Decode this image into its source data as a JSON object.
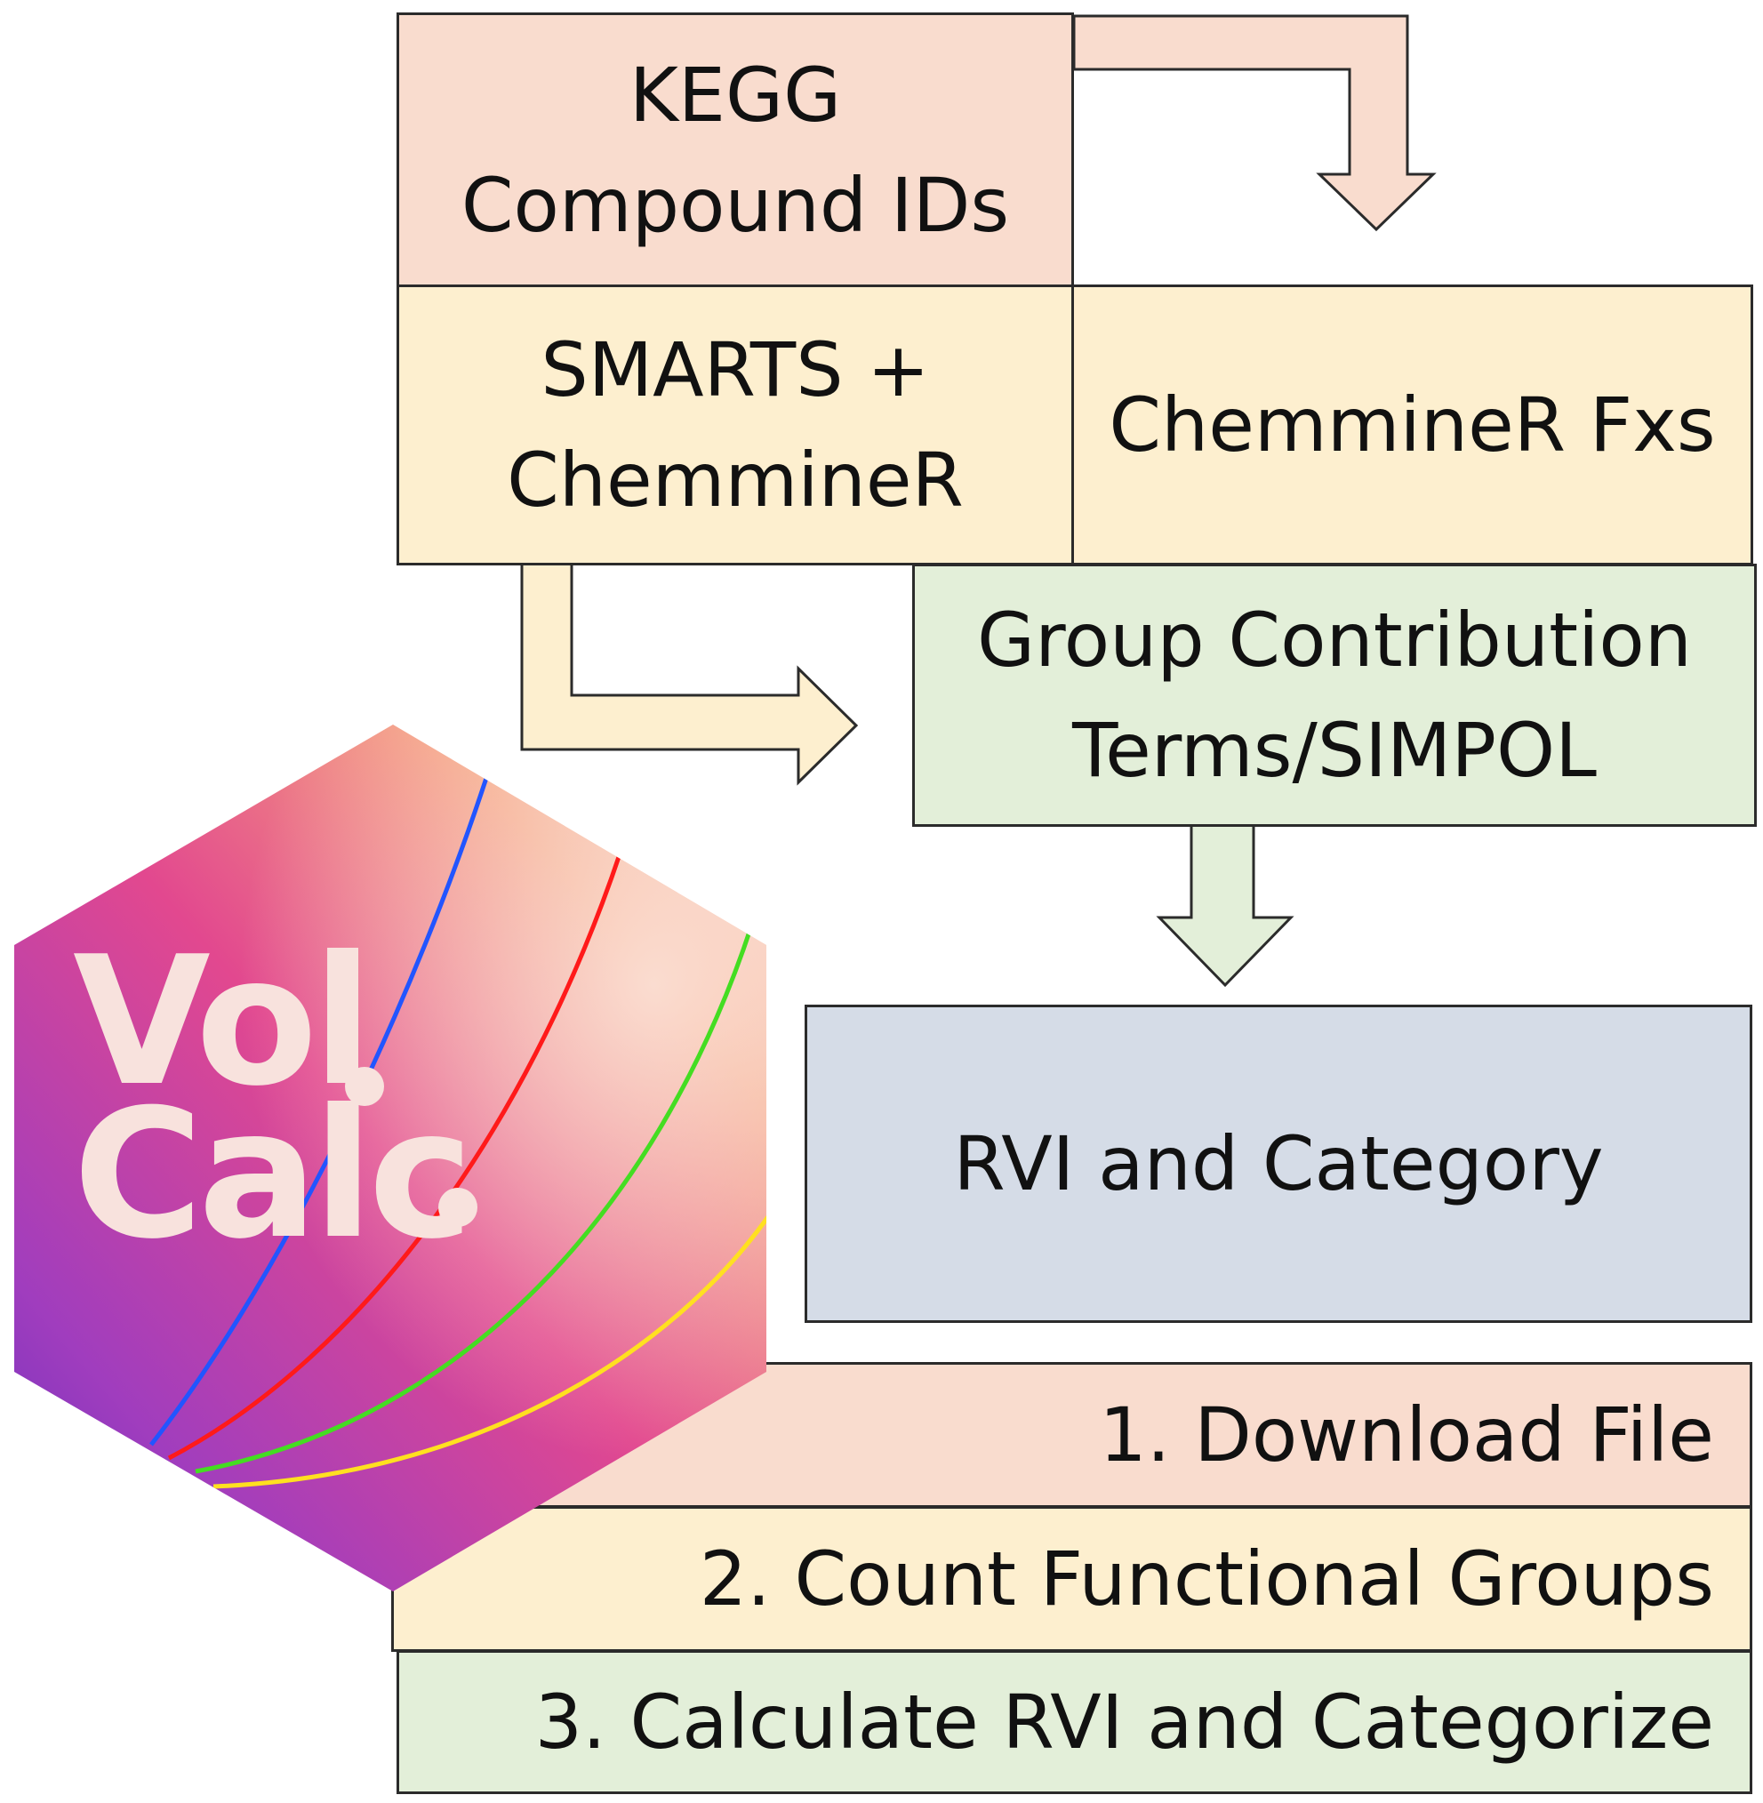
{
  "colors": {
    "salmon": "#F9DCCE",
    "yellow": "#FDEFCF",
    "green": "#E3EFD9",
    "slate": "#D5DCE7",
    "border": "#2b2b2b",
    "logo_text": "#F8E2DD",
    "curve_blue": "#2255FF",
    "curve_red": "#FF1A1A",
    "curve_green": "#44DD22",
    "curve_yellow": "#FFE020"
  },
  "boxes": {
    "kegg": {
      "line1": "KEGG",
      "line2": "Compound IDs"
    },
    "smarts": {
      "line1": "SMARTS +",
      "line2": "ChemmineR"
    },
    "chemminer_fxs": {
      "label": "ChemmineR Fxs"
    },
    "group_contribution": {
      "line1": "Group Contribution",
      "line2": "Terms/SIMPOL"
    },
    "rvi": {
      "label": "RVI and Category"
    }
  },
  "steps": [
    {
      "label": "1. Download File"
    },
    {
      "label": "2. Count Functional Groups"
    },
    {
      "label": "3. Calculate RVI and Categorize"
    }
  ],
  "logo": {
    "line1": "Vol",
    "line2": "Calc"
  }
}
